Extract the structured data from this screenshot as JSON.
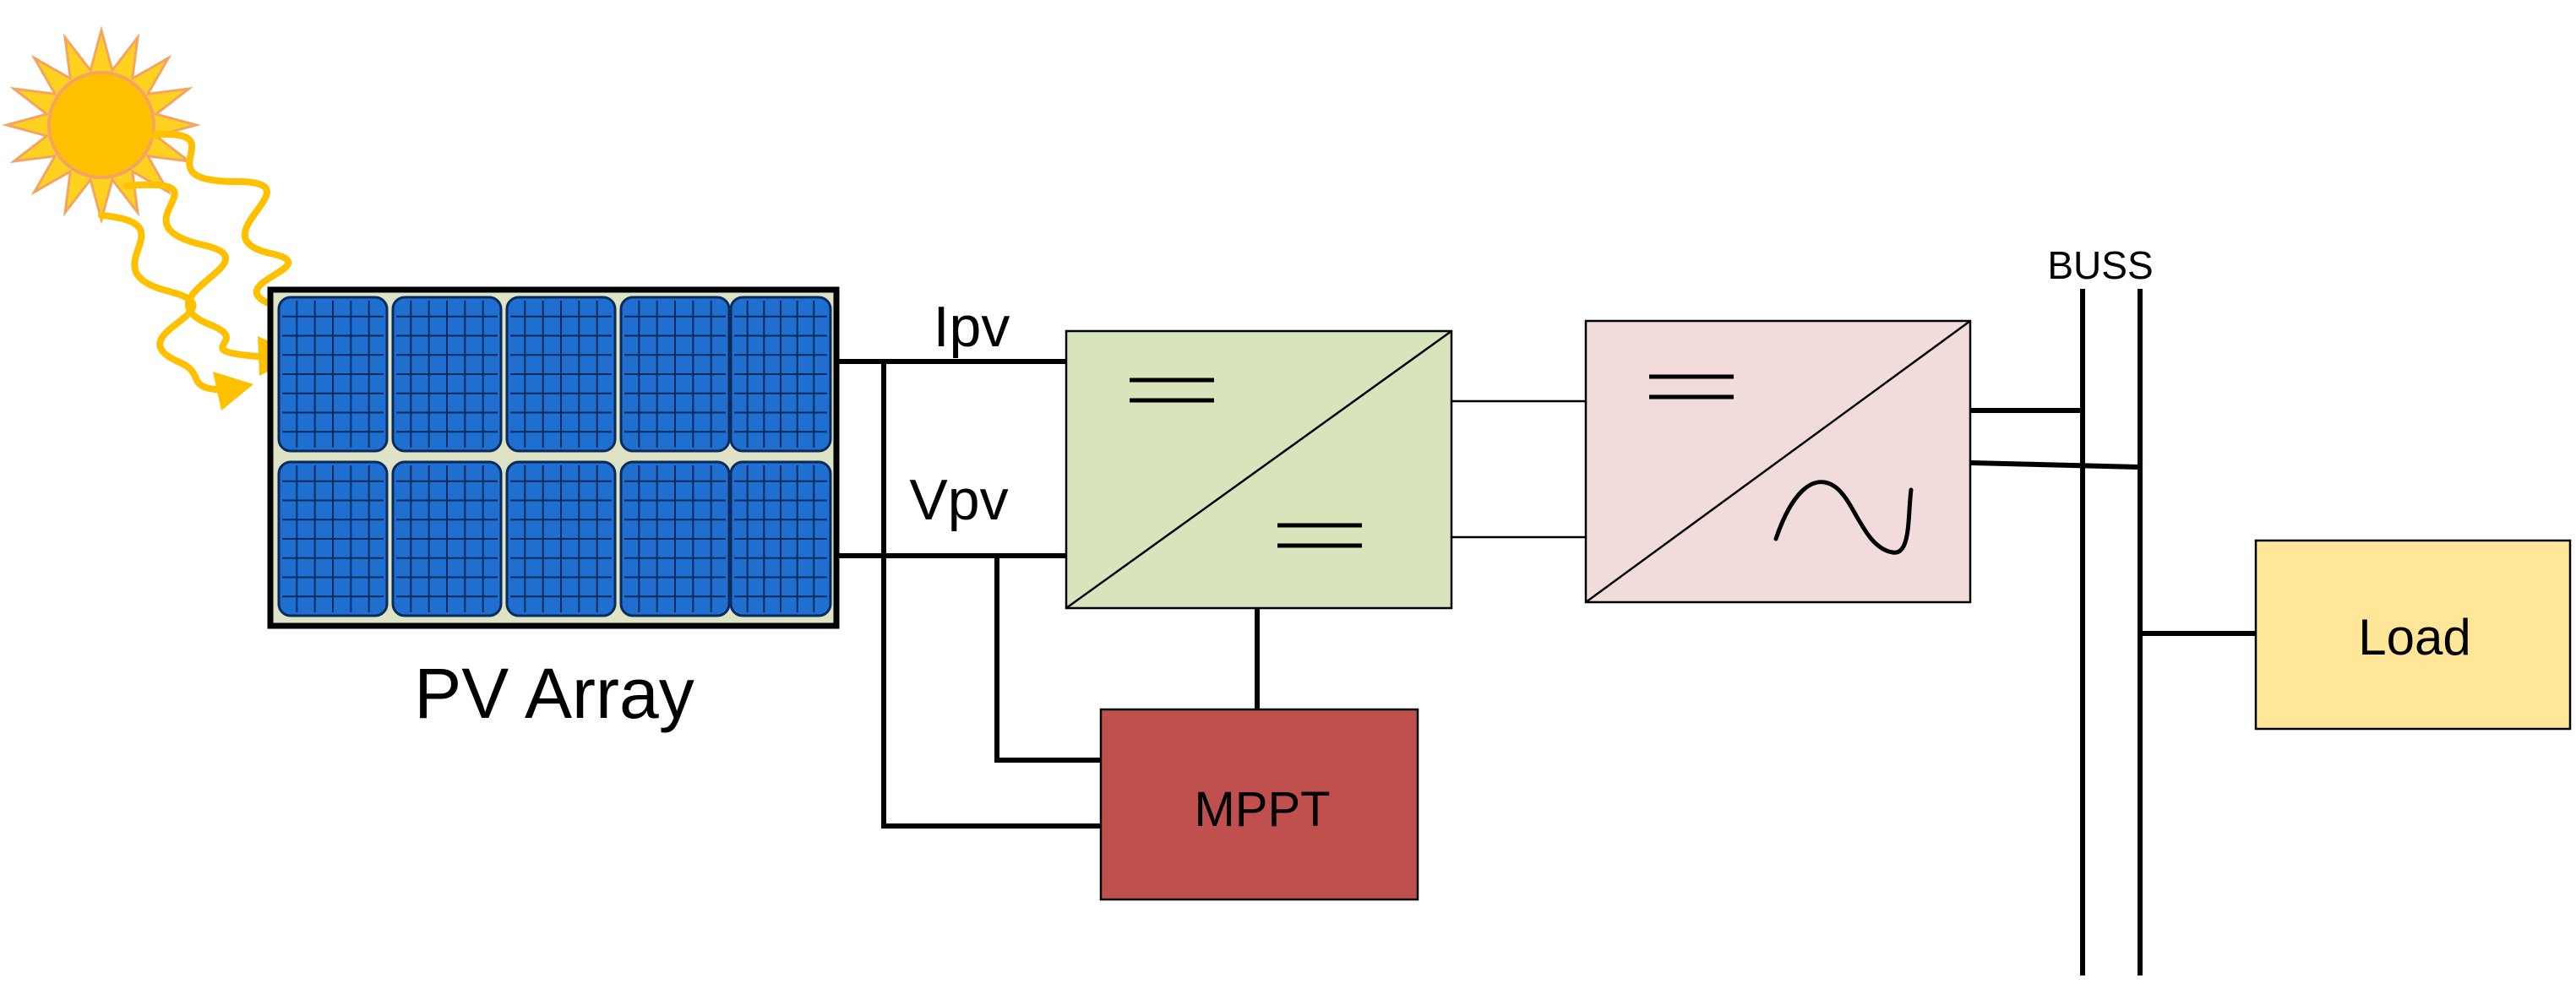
{
  "labels": {
    "pv_array": "PV Array",
    "ipv": "Ipv",
    "vpv": "Vpv",
    "mppt": "MPPT",
    "buss": "BUSS",
    "load": "Load"
  },
  "colors": {
    "sun": "#FFC000",
    "sun_outline": "#F4A460",
    "ray": "#FFC000",
    "panel_frame": "#000000",
    "panel_bg": "#DDE3C4",
    "cell": "#1F6FD0",
    "cell_grid": "#0A2A5C",
    "dcdc_fill": "#D8E4BC",
    "dcac_fill": "#F2DCDB",
    "mppt_fill": "#C0504D",
    "load_fill": "#FFE699",
    "wire": "#000000"
  },
  "icons": [
    "sun-icon",
    "solar-panel-icon",
    "dc-symbol-icon",
    "ac-sine-icon"
  ]
}
